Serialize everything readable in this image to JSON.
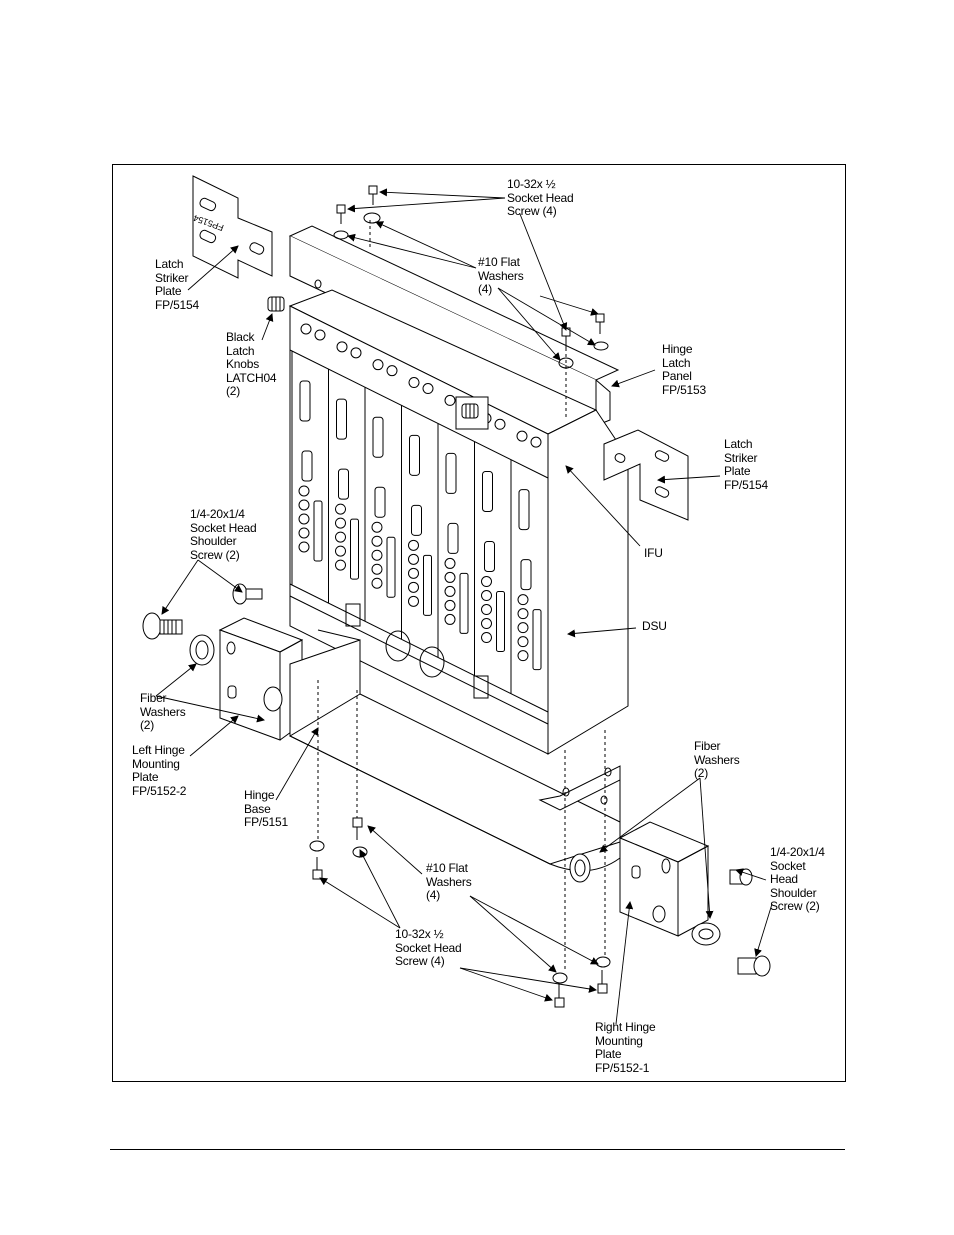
{
  "labels": {
    "screw_top": "10-32x ½\nSocket Head\nScrew (4)",
    "washers_top": "#10 Flat\nWashers\n(4)",
    "latch_striker_left": "Latch\nStriker\nPlate\nFP/5154",
    "latch_knobs": "Black\nLatch\nKnobs\nLATCH04\n(2)",
    "hinge_latch_panel": "Hinge\nLatch\nPanel\nFP/5153",
    "latch_striker_right": "Latch\nStriker\nPlate\nFP/5154",
    "shoulder_screw_left": "1/4-20x1/4\nSocket Head\nShoulder\nScrew (2)",
    "ifu": "IFU",
    "dsu": "DSU",
    "fiber_washers_left": "Fiber\nWashers\n(2)",
    "left_hinge_plate": "Left Hinge\nMounting\nPlate\nFP/5152-2",
    "hinge_base": "Hinge\nBase\nFP/5151",
    "fiber_washers_right": "Fiber\nWashers\n(2)",
    "shoulder_screw_right": "1/4-20x1/4\nSocket\nHead\nShoulder\nScrew (2)",
    "washers_bottom": "#10 Flat\nWashers\n(4)",
    "screw_bottom": "10-32x ½\nSocket Head\nScrew (4)",
    "right_hinge_plate": "Right Hinge\nMounting\nPlate\nFP/5152-1"
  },
  "striker_plate_marking": "FP5154"
}
